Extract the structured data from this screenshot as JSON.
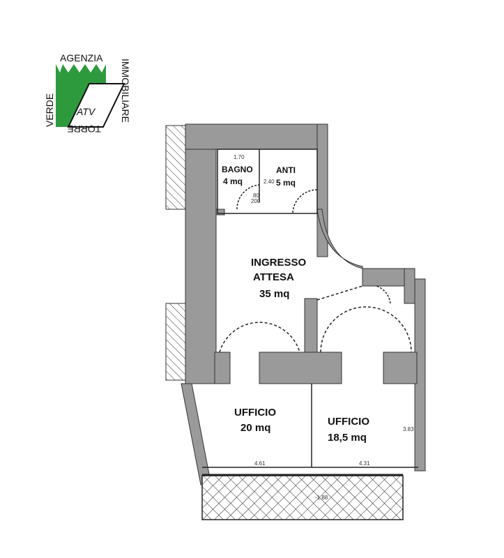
{
  "logo": {
    "top": "AGENZIA",
    "right": "IMMOBILIARE",
    "bottom": "TORRE",
    "left": "VERDE",
    "mark": "ATV",
    "green": "#2e9a3e"
  },
  "rooms": [
    {
      "name": "BAGNO",
      "area": "4 mq"
    },
    {
      "name": "ANTI",
      "area": "5 mq"
    },
    {
      "name": "INGRESSO",
      "name2": "ATTESA",
      "area": "35 mq"
    },
    {
      "name": "UFFICIO",
      "area": "20 mq"
    },
    {
      "name": "UFFICIO",
      "area": "18,5 mq"
    }
  ],
  "dimensions": {
    "bagno_width": "1.70",
    "anti_height": "2.40",
    "ufficio1_width": "4.61",
    "ufficio2_width": "4.31",
    "ufficio2_depth": "3.83",
    "terrace_level": "-1.88",
    "door": "80",
    "door_h": "200"
  },
  "colors": {
    "wall": "#9a9a9a",
    "line": "#222222"
  }
}
